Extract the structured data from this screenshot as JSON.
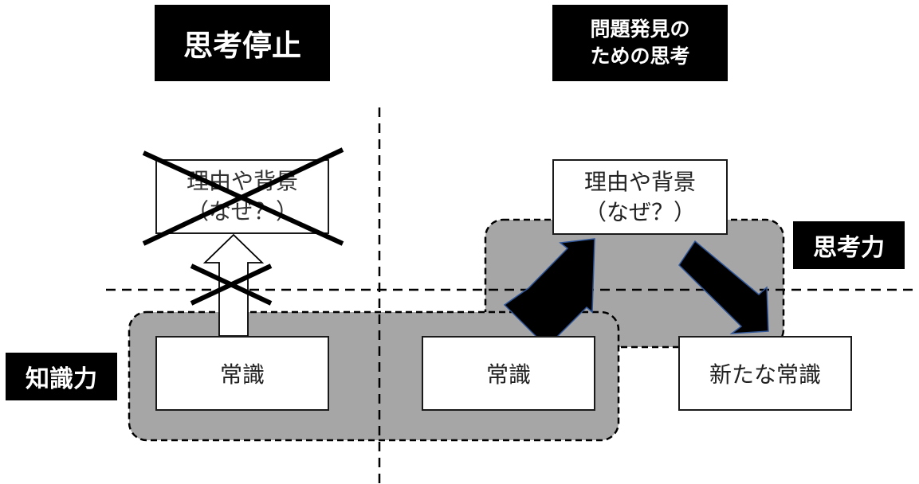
{
  "diagram": {
    "left_panel": {
      "title": "思考停止",
      "reason_box": {
        "line1": "理由や背景",
        "line2": "（なぜ？）",
        "crossed_out": true
      },
      "arrow": {
        "direction": "up",
        "style": "hollow",
        "crossed_out": true
      },
      "common_sense_box": "常識"
    },
    "right_panel": {
      "title_line1": "問題発見の",
      "title_line2": "ための思考",
      "reason_box": {
        "line1": "理由や背景",
        "line2": "（なぜ？）"
      },
      "common_sense_box": "常識",
      "new_common_sense_box": "新たな常識",
      "arrows": [
        {
          "from": "常識",
          "to": "理由や背景",
          "style": "solid"
        },
        {
          "from": "理由や背景",
          "to": "新たな常識",
          "style": "solid"
        }
      ]
    },
    "regions": {
      "knowledge": {
        "label": "知識力"
      },
      "thinking": {
        "label": "思考力"
      }
    },
    "colors": {
      "region_fill": "#a6a6a6",
      "tag_bg": "#000000",
      "tag_text": "#ffffff",
      "arrow_outline": "#2f5597"
    }
  }
}
